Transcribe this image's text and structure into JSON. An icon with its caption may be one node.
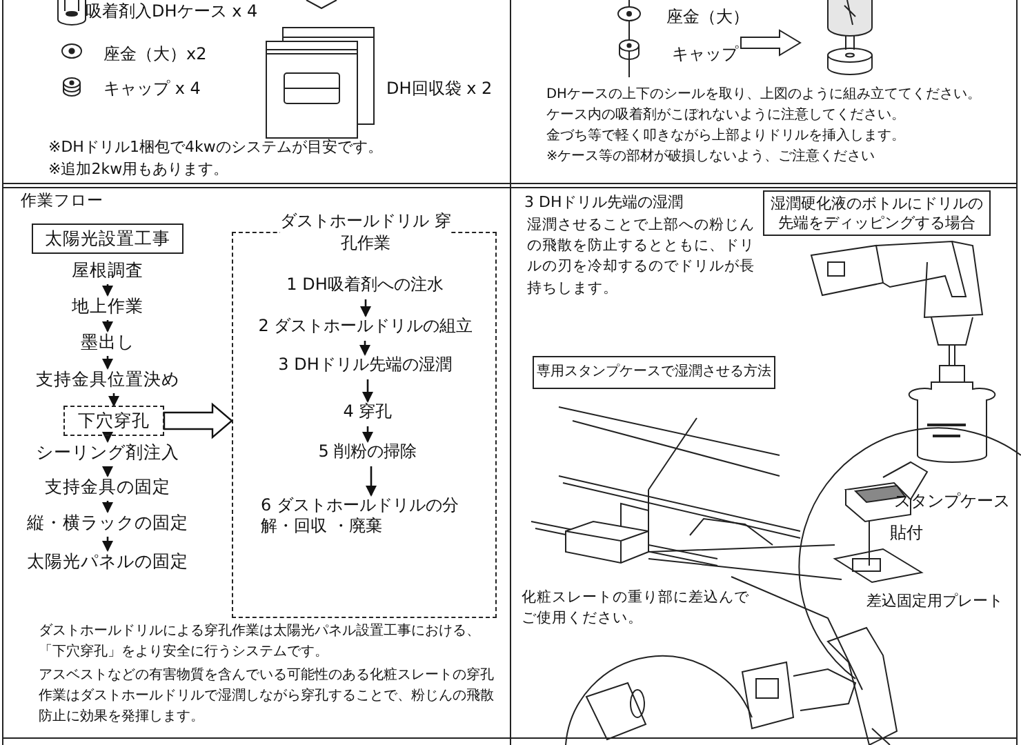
{
  "diagram": {
    "nodes": [
      {
        "text": [
          "太陽光設置工事"
        ]
      },
      {
        "text": [
          "屋根調査"
        ]
      },
      {
        "text": [
          "地上作業"
        ]
      },
      {
        "text": [
          "墨出し"
        ]
      },
      {
        "text": [
          "支持金具位置決め"
        ]
      },
      {
        "text": [
          "下穴穿孔"
        ]
      },
      {
        "text": [
          "シーリング剤注入"
        ]
      },
      {
        "text": [
          "支持金具の固定"
        ]
      },
      {
        "text": [
          "縦・横ラックの固定"
        ]
      },
      {
        "text": [
          "太陽光パネルの固定"
        ]
      },
      {
        "text": [
          "ダストホールドリル 穿孔作業"
        ]
      },
      {
        "text": [
          "1 DH吸着剤への注水"
        ],
        "in": 10
      },
      {
        "text": [
          "2 ダストホールドリルの組立"
        ],
        "in": 10
      },
      {
        "text": [
          "3 DHドリル先端の湿潤"
        ],
        "in": 10
      },
      {
        "text": [
          "4 穿孔"
        ],
        "in": 10
      },
      {
        "text": [
          "5 削粉の掃除"
        ],
        "in": 10
      },
      {
        "text": [
          "6 ダストホールドリルの分解・回収 ・廃棄"
        ],
        "in": 10
      },
      {
        "text": [
          "湿潤硬化液のボトルにドリルの先端をディッピングする場合"
        ]
      },
      {
        "text": [
          "専用スタンプケースで湿潤させる方法"
        ]
      }
    ],
    "edges": [
      {
        "from": 1,
        "to": 2,
        "arrow": "to"
      },
      {
        "from": 2,
        "to": 3,
        "arrow": "to"
      },
      {
        "from": 3,
        "to": 4,
        "arrow": "to"
      },
      {
        "from": 4,
        "to": 5,
        "arrow": "to"
      },
      {
        "from": 5,
        "to": 6,
        "arrow": "to"
      },
      {
        "from": 6,
        "to": 7,
        "arrow": "to"
      },
      {
        "from": 7,
        "to": 8,
        "arrow": "to"
      },
      {
        "from": 8,
        "to": 9,
        "arrow": "to"
      },
      {
        "from": 5,
        "to": 10,
        "arrow": "to",
        "style": "thick"
      },
      {
        "from": 11,
        "to": 12,
        "arrow": "to"
      },
      {
        "from": 12,
        "to": 13,
        "arrow": "to"
      },
      {
        "from": 13,
        "to": 14,
        "arrow": "to"
      },
      {
        "from": 14,
        "to": 15,
        "arrow": "to"
      },
      {
        "from": 15,
        "to": 16,
        "arrow": "to"
      }
    ],
    "labels": [
      "吸着剤入DHケース x 4",
      "座金（大）x2",
      "キャップ x 4",
      "DH回収袋 x 2",
      "※DHドリル1梱包で4kwのシステムが目安です。",
      "※追加2kw用もあります。",
      "座金（大）",
      "キャップ",
      "DHケースの上下のシールを取り、上図のように組み立ててください。",
      "ケース内の吸着剤がこぼれないように注意してください。",
      "金づち等で軽く叩きながら上部よりドリルを挿入します。",
      "※ケース等の部材が破損しないよう、ご注意ください",
      "作業フロー",
      "ダストホールドリルによる穿孔作業は太陽光パネル設置工事における、「下穴穿孔」をより安全に行うシステムです。",
      "アスベストなどの有害物質を含んでいる可能性のある化粧スレートの穿孔作業はダストホールドリルで湿潤しながら穿孔することで、粉じんの飛散防止に効果を発揮します。",
      "3 DHドリル先端の湿潤",
      "湿潤させることで上部への粉じんの飛散を防止するとともに、ドリルの刃を冷却するのでドリルが長持ちします。",
      "スタンプケース",
      "貼付",
      "差込固定用プレート",
      "化粧スレートの重り部に差込んでご使用ください。"
    ]
  }
}
